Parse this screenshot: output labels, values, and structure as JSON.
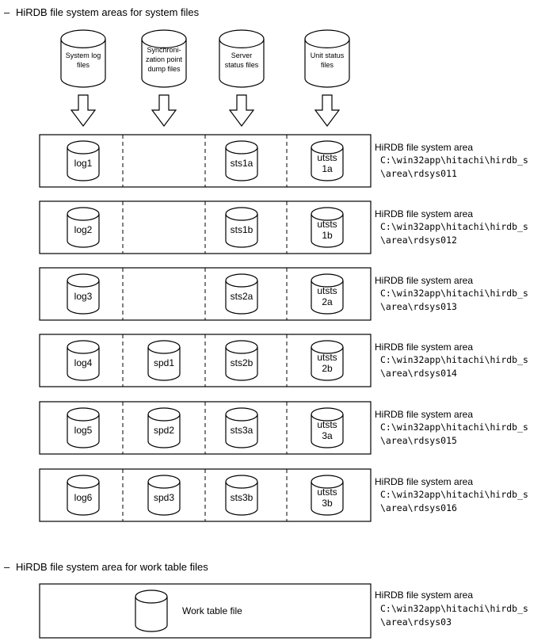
{
  "section_system": {
    "bullet": "–",
    "heading": "HiRDB file system areas for system files",
    "sources": [
      {
        "label_lines": [
          "System log",
          "files"
        ]
      },
      {
        "label_lines": [
          "Synchroni-",
          "zation point",
          "dump files"
        ]
      },
      {
        "label_lines": [
          "Server",
          "status files"
        ]
      },
      {
        "label_lines": [
          "Unit status",
          "files"
        ]
      }
    ],
    "areas": [
      {
        "files": [
          [
            "log1"
          ],
          [],
          [
            "sts1a"
          ],
          [
            "utsts",
            "1a"
          ]
        ],
        "title": "HiRDB file system area",
        "path_lines": [
          "C:\\win32app\\hitachi\\hirdb_s",
          "\\area\\rdsys011"
        ]
      },
      {
        "files": [
          [
            "log2"
          ],
          [],
          [
            "sts1b"
          ],
          [
            "utsts",
            "1b"
          ]
        ],
        "title": "HiRDB file system area",
        "path_lines": [
          "C:\\win32app\\hitachi\\hirdb_s",
          "\\area\\rdsys012"
        ]
      },
      {
        "files": [
          [
            "log3"
          ],
          [],
          [
            "sts2a"
          ],
          [
            "utsts",
            "2a"
          ]
        ],
        "title": "HiRDB file system area",
        "path_lines": [
          "C:\\win32app\\hitachi\\hirdb_s",
          "\\area\\rdsys013"
        ]
      },
      {
        "files": [
          [
            "log4"
          ],
          [
            "spd1"
          ],
          [
            "sts2b"
          ],
          [
            "utsts",
            "2b"
          ]
        ],
        "title": "HiRDB file system area",
        "path_lines": [
          "C:\\win32app\\hitachi\\hirdb_s",
          "\\area\\rdsys014"
        ]
      },
      {
        "files": [
          [
            "log5"
          ],
          [
            "spd2"
          ],
          [
            "sts3a"
          ],
          [
            "utsts",
            "3a"
          ]
        ],
        "title": "HiRDB file system area",
        "path_lines": [
          "C:\\win32app\\hitachi\\hirdb_s",
          "\\area\\rdsys015"
        ]
      },
      {
        "files": [
          [
            "log6"
          ],
          [
            "spd3"
          ],
          [
            "sts3b"
          ],
          [
            "utsts",
            "3b"
          ]
        ],
        "title": "HiRDB file system area",
        "path_lines": [
          "C:\\win32app\\hitachi\\hirdb_s",
          "\\area\\rdsys016"
        ]
      }
    ]
  },
  "section_work": {
    "bullet": "–",
    "heading": "HiRDB file system area for work table files",
    "file_label": "Work table file",
    "title": "HiRDB file system area",
    "path_lines": [
      "C:\\win32app\\hitachi\\hirdb_s",
      "\\area\\rdsys03"
    ]
  }
}
